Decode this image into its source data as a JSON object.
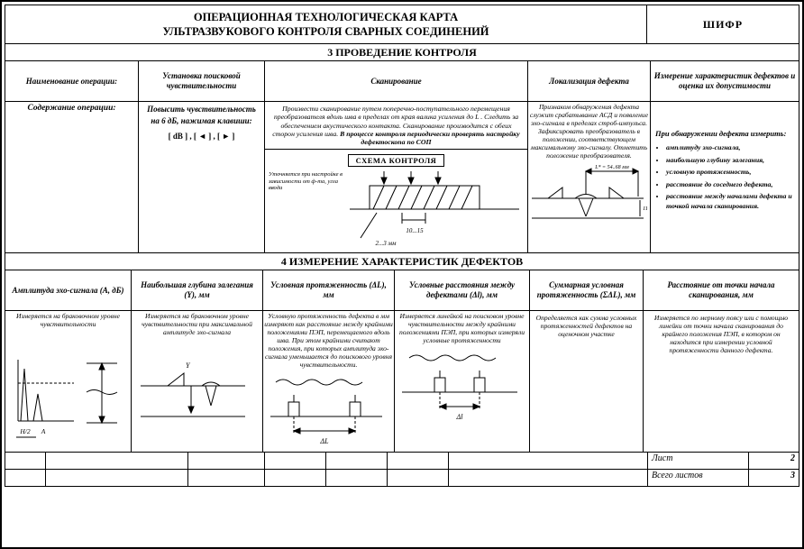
{
  "header": {
    "title_line1": "ОПЕРАЦИОННАЯ ТЕХНОЛОГИЧЕСКАЯ КАРТА",
    "title_line2": "УЛЬТРАЗВУКОВОГО КОНТРОЛЯ СВАРНЫХ СОЕДИНЕНИЙ",
    "code_label": "ШИФР"
  },
  "section3": {
    "title": "3 ПРОВЕДЕНИЕ КОНТРОЛЯ",
    "col_headers": [
      "Наименование операции:",
      "Установка поисковой чувствительности",
      "Сканирование",
      "Локализация дефекта",
      "Измерение характеристик дефектов и оценка их допустимости"
    ],
    "row_label": "Содержание операции:",
    "sensitivity": {
      "text": "Повысить чувствительность на 6 дБ, нажимая клавиши:",
      "keys": "[ dB ] , [ ◄ ] , [ ► ]"
    },
    "scanning": {
      "paragraph": "Произвести сканирование путем поперечно-поступательного перемещения преобразователя вдоль шва в пределах от края валика усиления до L . Следить за обеспечением акустического контакта. Сканирование производится с обеих сторон усиления шва.",
      "paragraph_bold": "В процессе контроля периодически проверять настройку дефектоскопа по СОП",
      "scheme_title": "СХЕМА КОНТРОЛЯ",
      "note": "Уточняется при настройке в зависимости от ф-та, угла ввода",
      "dim_probe": "10...15",
      "dim_step": "2...3 мм",
      "dim_L": "L* = 54..68 мм",
      "dim_thickness": "11"
    },
    "localization": "Признаком обнаружения дефекта служит срабатывание АСД и появление эхо-сигнала в пределах строб-импульса. Зафиксировать преобразователь в положении, соответствующем максимальному эхо-сигналу. Отметить положение преобразователя.",
    "measurement": {
      "intro": "При обнаружении дефекта измерить:",
      "items": [
        "амплитуду эхо-сигнала,",
        "наибольшую глубину залегания,",
        "условную протяженность,",
        "расстояние до соседнего дефекта,",
        "расстояние между началами дефекта и точкой начала сканирования."
      ]
    }
  },
  "section4": {
    "title": "4 ИЗМЕРЕНИЕ ХАРАКТЕРИСТИК ДЕФЕКТОВ",
    "col_headers": [
      "Амплитуда эхо-сигнала (А, дБ)",
      "Наибольшая глубина залегания (Y), мм",
      "Условная протяженность (ΔL), мм",
      "Условные расстояния между дефектами (Δl), мм",
      "Суммарная условная протяженность (ΣΔL), мм",
      "Расстояние от точки начала сканирования, мм"
    ],
    "cells": [
      "Измеряется на браковочном уровне чувствительности",
      "Измеряется на браковочном уровне чувствительности при максимальной амплитуде эхо-сигнала",
      "Условную протяженность дефекта в мм измеряют как расстояние между крайними положениями ПЭП, перемещаемого вдоль шва. При этом крайними считают положения, при которых амплитуда эхо-сигнала уменьшается до поискового уровня чувствительности.",
      "Измеряется линейкой на поисковом уровне чувствительности между крайними положениями ПЭП, при которых измеряли условные протяженности",
      "Определяется как сумма условных протяженностей дефектов на оценочном участке",
      "Измеряется по мерному поясу или с помощью линейки от точки начала сканирования до крайнего положения ПЭП, в котором он находится при измерении условной протяженности данного дефекта."
    ],
    "diagram_labels": {
      "half_level": "Н/2",
      "amplitude": "А",
      "depth": "Y",
      "dL": "ΔL",
      "dl": "Δl"
    }
  },
  "footer": {
    "sheet_label": "Лист",
    "sheet_value": "2",
    "total_label": "Всего листов",
    "total_value": "3"
  }
}
